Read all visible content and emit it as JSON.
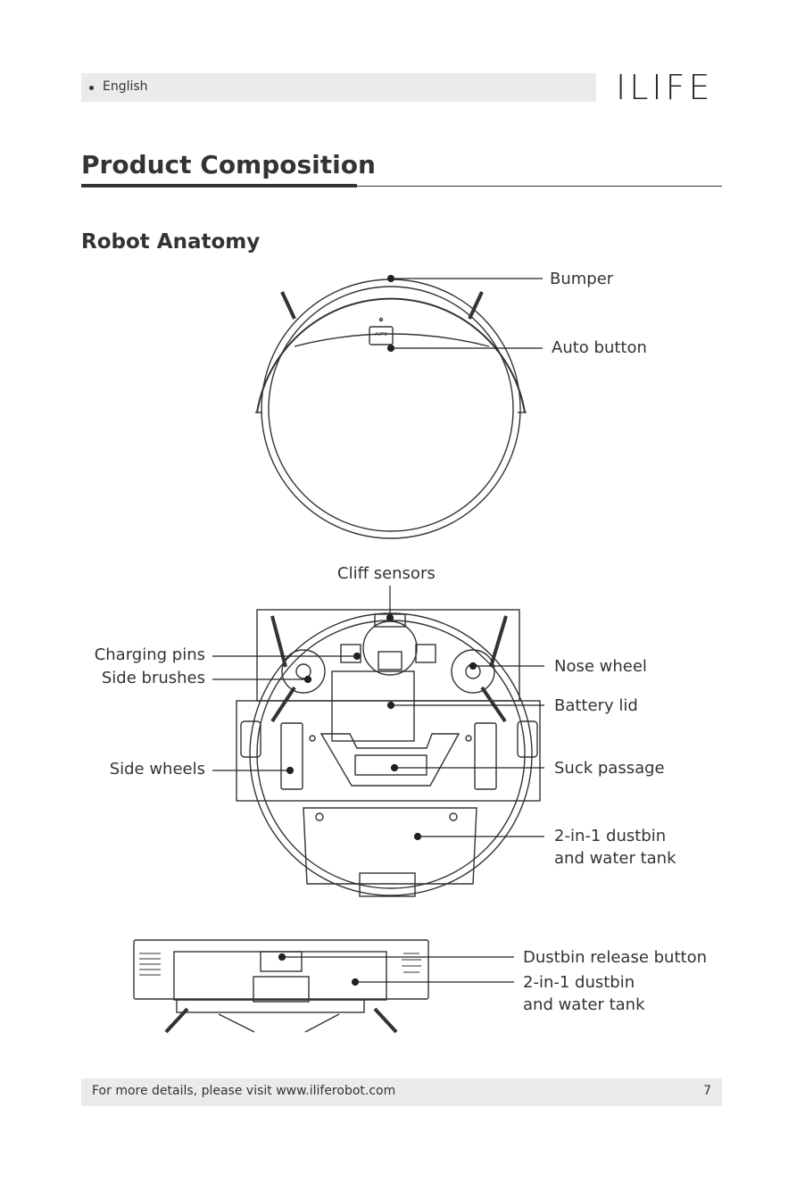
{
  "header": {
    "language": "English",
    "brand": "ILIFE"
  },
  "section_title": "Product Composition",
  "subsection_title": "Robot Anatomy",
  "top_view": {
    "bumper": "Bumper",
    "auto_button": "Auto button",
    "auto_marking": "AUTO"
  },
  "bottom_view": {
    "cliff_sensors": "Cliff sensors",
    "charging_pins": "Charging pins",
    "side_brushes": "Side brushes",
    "side_wheels": "Side wheels",
    "nose_wheel": "Nose wheel",
    "battery_lid": "Battery lid",
    "suck_passage": "Suck passage",
    "dustbin_line1": "2-in-1 dustbin",
    "dustbin_line2": "and water tank"
  },
  "side_view": {
    "release_button": "Dustbin release button",
    "dustbin_line1": "2-in-1 dustbin",
    "dustbin_line2": "and water tank"
  },
  "footer": {
    "text": "For more details, please visit www.iliferobot.com",
    "page_number": "7"
  }
}
